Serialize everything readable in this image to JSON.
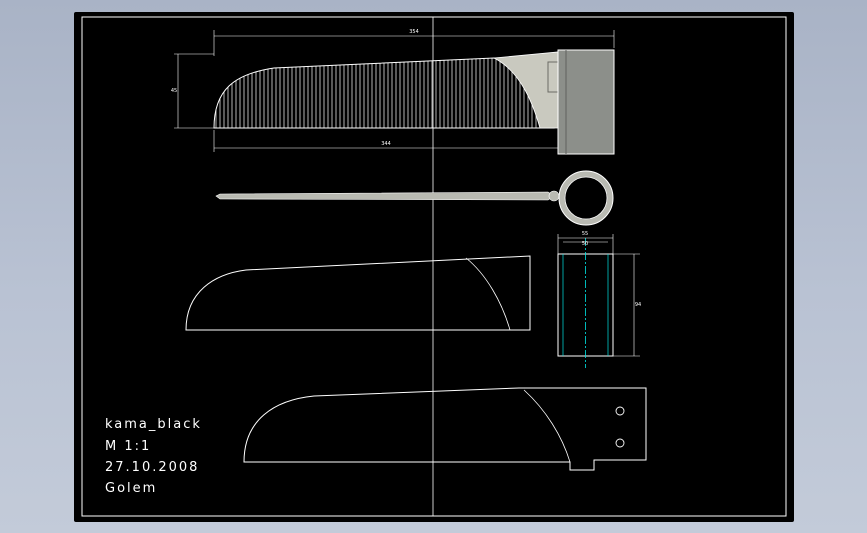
{
  "title_block": {
    "name": "kama_black",
    "scale": "M  1:1",
    "date": "27.10.2008",
    "author": "Golem"
  },
  "dimensions": {
    "top_length": "354",
    "blade_length": "344",
    "blade_height": "45",
    "handle_width_outer": "55",
    "handle_width_inner": "50",
    "handle_length": "94"
  },
  "colors": {
    "sheet": "#000000",
    "lines": "#ffffff",
    "handle_fill": "#8c8f8a",
    "bolster_fill": "#c9c9bf",
    "center_line": "#00e5e5"
  }
}
